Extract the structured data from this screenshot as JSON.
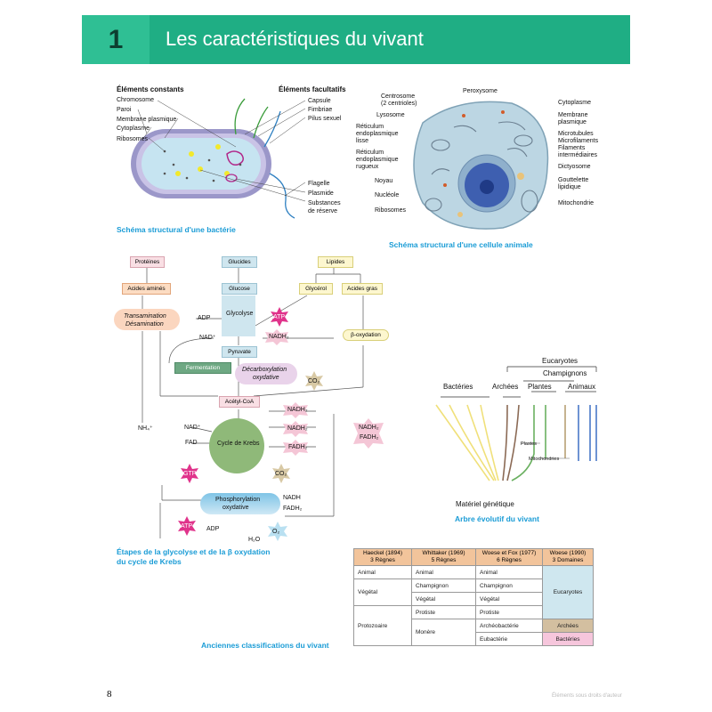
{
  "header": {
    "number": "1",
    "title": "Les caractéristiques du vivant"
  },
  "bacteria": {
    "title_left": "Éléments constants",
    "title_right": "Éléments facultatifs",
    "left_labels": [
      "Chromosome",
      "Paroi",
      "Membrane plasmique",
      "Cytoplasme",
      "Ribosomes"
    ],
    "right_labels": [
      "Capsule",
      "Fimbriae",
      "Pilus sexuel"
    ],
    "bottom_labels": [
      "Flagelle",
      "Plasmide",
      "Substances",
      "de réserve"
    ],
    "caption": "Schéma structural d'une bactérie"
  },
  "animal_cell": {
    "left_labels": [
      "Centrosome",
      "(2 centrioles)",
      "Lysosome",
      "Réticulum",
      "endoplasmique",
      "lisse",
      "Réticulum",
      "endoplasmique",
      "rugueux",
      "Noyau",
      "Nucléole",
      "Ribosomes"
    ],
    "top_label": "Peroxysome",
    "right_labels": [
      "Cytoplasme",
      "Membrane",
      "plasmique",
      "Microtubules",
      "Microfilaments",
      "Filaments",
      "intermédiaires",
      "Dictyosome",
      "Gouttelette",
      "lipidique",
      "Mitochondrie"
    ],
    "caption": "Schéma structural d'une cellule animale"
  },
  "metabolism": {
    "proteines": "Protéines",
    "glucides": "Glucides",
    "lipides": "Lipides",
    "acides_amines": "Acides aminés",
    "glucose": "Glucose",
    "glycerol": "Glycérol",
    "acides_gras": "Acides gras",
    "transamination": "Transamination",
    "desamination": "Désamination",
    "adp": "ADP",
    "glycolyse": "Glycolyse",
    "atp": "ATP",
    "nad": "NAD⁺",
    "nadh2": "NADH₂",
    "pyruvate": "Pyruvate",
    "fermentation": "Fermentation",
    "decarboxylation": "Décarboxylation",
    "oxydative": "oxydative",
    "co2": "CO₂",
    "beta_oxydation": "β-oxydation",
    "acetyl": "Acétyl-CoA",
    "nh4": "NH₄⁺",
    "nad2": "NAD⁺",
    "fad": "FAD",
    "krebs": "Cycle de Krebs",
    "nadh_a": "NADH₂",
    "nadh_b": "NADH₂",
    "fadh": "FADH₂",
    "nadh_side": "NADH₂",
    "fadh_side": "FADH₂",
    "gtp": "GTP",
    "co2_b": "CO₂",
    "phospho": "Phosphorylation",
    "phospho2": "oxydative",
    "nadh_c": "NADH",
    "fadh_c": "FADH₂",
    "adp2": "ADP",
    "atp2": "ATP",
    "h2o": "H₂O",
    "o2": "O₂",
    "caption1": "Étapes de la glycolyse et de la β oxydation",
    "caption2": "du cycle de Krebs"
  },
  "tree": {
    "eucaryotes": "Eucaryotes",
    "champignons": "Champignons",
    "bacteries": "Bactéries",
    "archees": "Archées",
    "plantes": "Plantes",
    "animaux": "Animaux",
    "plastes": "Plastes",
    "mitochondries": "Mitochondries",
    "materiel": "Matériel génétique",
    "caption": "Arbre évolutif du vivant"
  },
  "classification": {
    "headers": [
      [
        "Haeckel (1894)",
        "3 Règnes"
      ],
      [
        "Whittaker (1969)",
        "5 Règnes"
      ],
      [
        "Woese et Fox (1977)",
        "6 Règnes"
      ],
      [
        "Woese (1990)",
        "3 Domaines"
      ]
    ],
    "col1": [
      "Animal",
      "Végétal",
      "Protozoaire"
    ],
    "col2": [
      "Animal",
      "Champignon",
      "Végétal",
      "Protiste",
      "Monère"
    ],
    "col3": [
      "Animal",
      "Champignon",
      "Végétal",
      "Protiste",
      "Archéobactérie",
      "Eubactérie"
    ],
    "col4": [
      "Eucaryotes",
      "Archées",
      "Bactéries"
    ],
    "caption": "Anciennes classifications du vivant"
  },
  "footer": {
    "page": "8",
    "note": "Éléments sous droits d'auteur"
  },
  "colors": {
    "header": "#1fae84",
    "caption": "#1a9cd6"
  }
}
